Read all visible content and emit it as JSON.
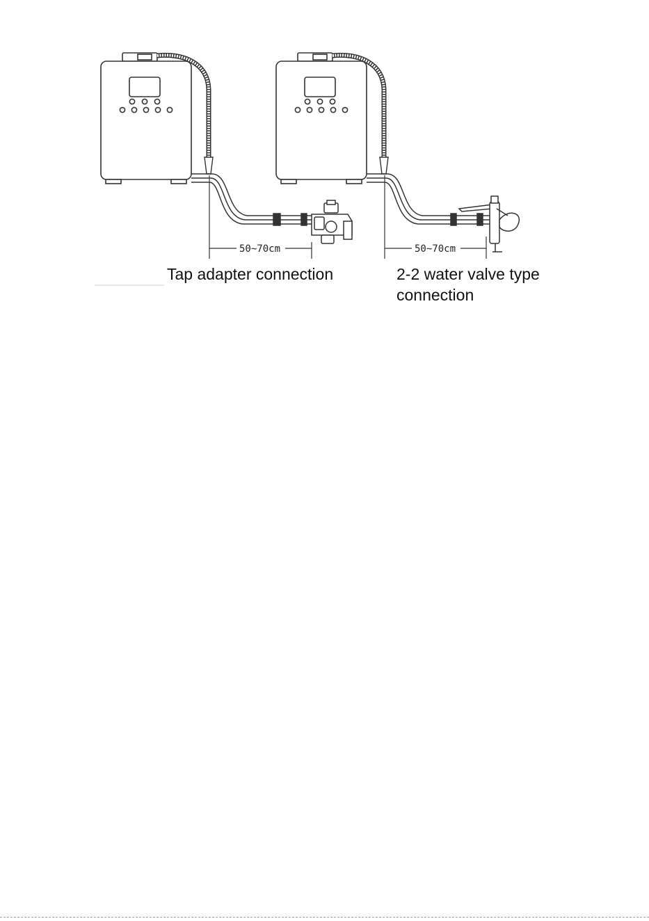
{
  "left_panel": {
    "dimension": "50~70cm",
    "caption": "Tap adapter connection"
  },
  "right_panel": {
    "dimension": "50~70cm",
    "caption_line1": "2-2 water valve type",
    "caption_line2": "connection"
  },
  "colors": {
    "line": "#333333",
    "background": "#ffffff"
  }
}
